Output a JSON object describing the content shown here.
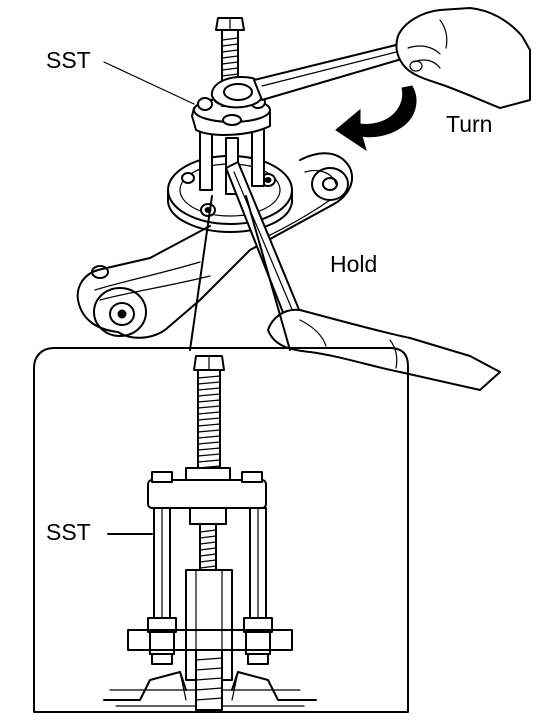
{
  "labels": {
    "sst_top": "SST",
    "sst_inset": "SST",
    "turn": "Turn",
    "hold": "Hold"
  },
  "icons": {
    "arrow": "curved-turn-arrow-icon"
  },
  "colors": {
    "ink": "#000000",
    "paper": "#ffffff"
  }
}
